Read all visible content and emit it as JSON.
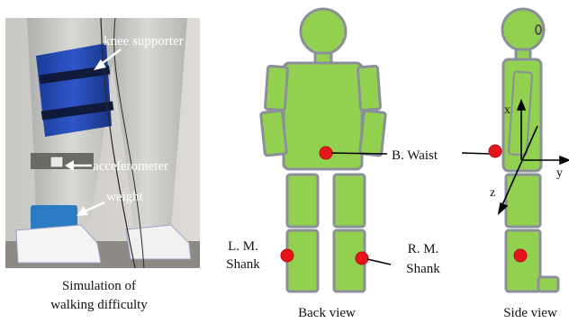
{
  "photo": {
    "labels": {
      "knee_supporter": "knee supporter",
      "accelerometer": "accelerometer",
      "weight": "weight"
    },
    "caption_line1": "Simulation of",
    "caption_line2": "walking difficulty"
  },
  "back_view": {
    "caption": "Back view",
    "sensors": {
      "waist": "B. Waist",
      "left_shank_line1": "L. M.",
      "left_shank_line2": "Shank",
      "right_shank_line1": "R. M.",
      "right_shank_line2": "Shank"
    }
  },
  "side_view": {
    "caption": "Side view",
    "axes": {
      "x": "x",
      "y": "y",
      "z": "z"
    }
  },
  "colors": {
    "body_fill": "#92d050",
    "body_stroke": "#8a8f99",
    "sensor": "#e8141b"
  }
}
